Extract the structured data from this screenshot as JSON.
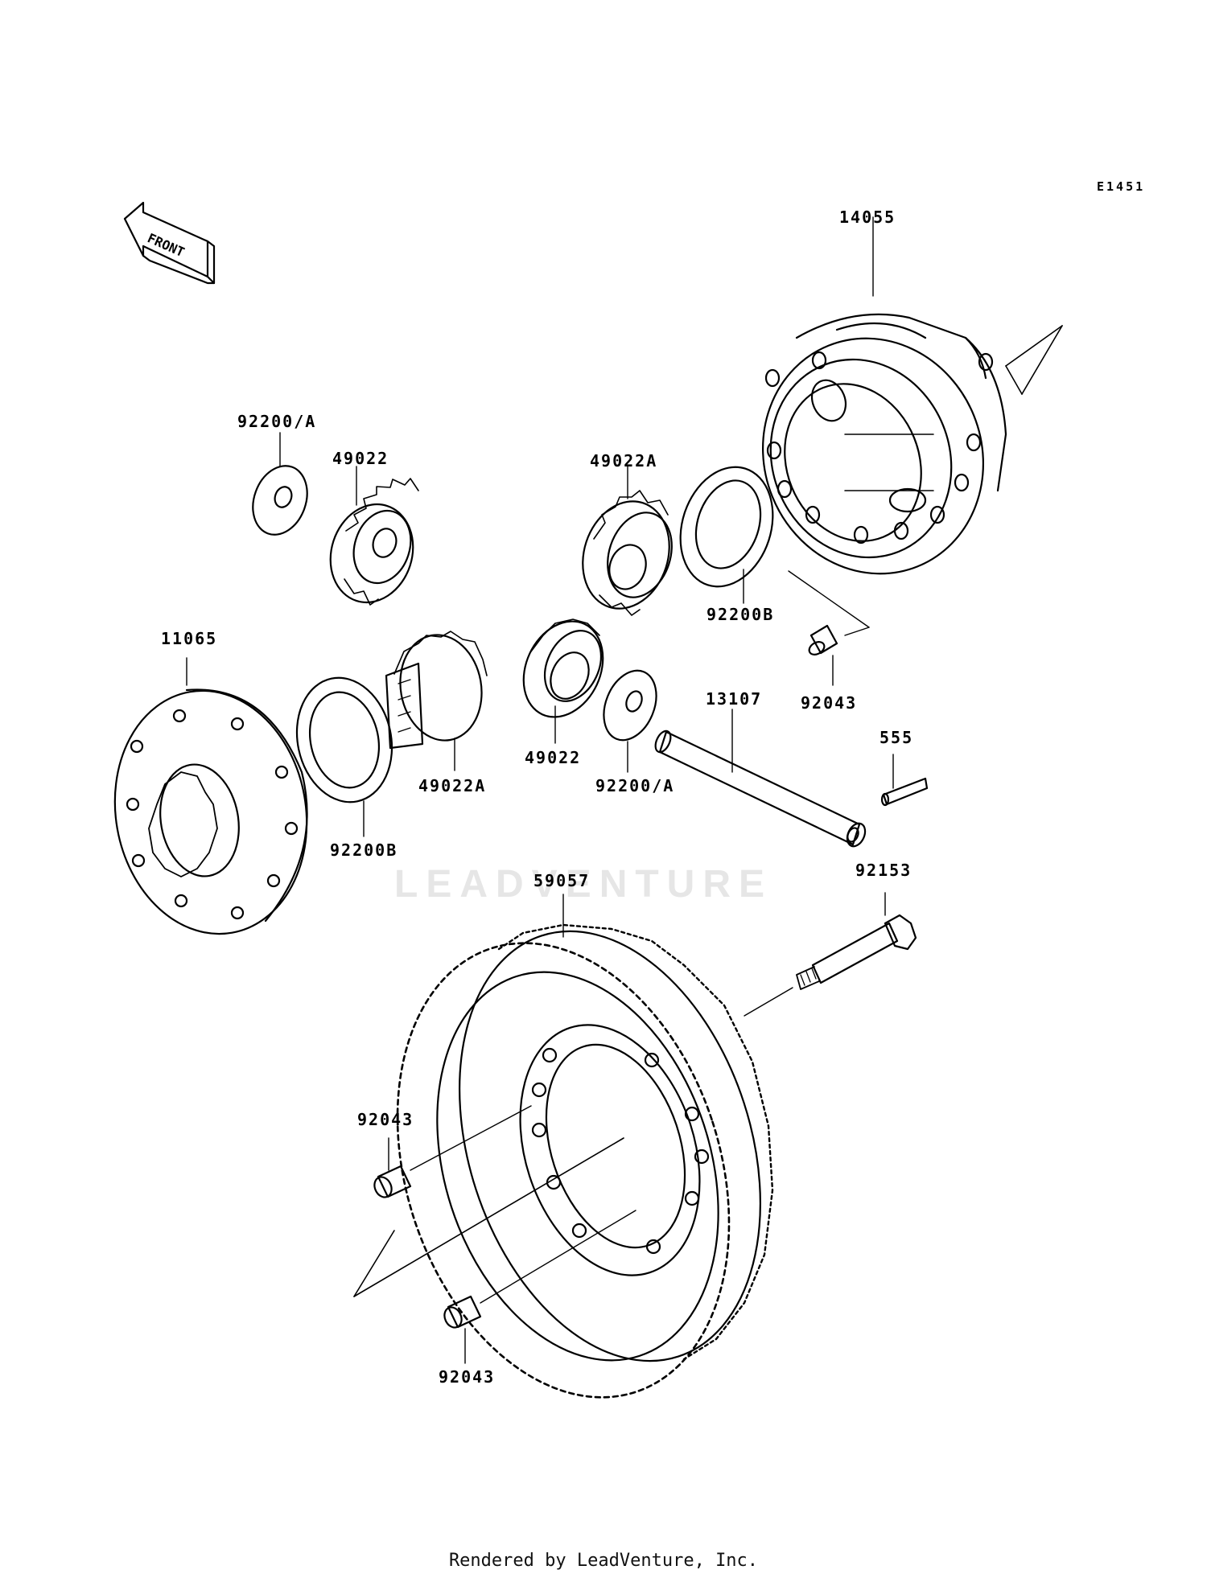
{
  "diagram_id": "E1451",
  "front_label": "FRONT",
  "watermark": "LEADVENTURE",
  "footer": "Rendered by LeadVenture, Inc.",
  "callouts": {
    "c14055": "14055",
    "c92200a_1": "92200/A",
    "c49022_1": "49022",
    "c49022a_1": "49022A",
    "c92200b_1": "92200B",
    "c11065": "11065",
    "c92043_1": "92043",
    "c13107": "13107",
    "c555": "555",
    "c49022a_2": "49022A",
    "c49022_2": "49022",
    "c92200a_2": "92200/A",
    "c92200b_2": "92200B",
    "c59057": "59057",
    "c92153": "92153",
    "c92043_2": "92043",
    "c92043_3": "92043"
  },
  "colors": {
    "ink": "#000000",
    "paper": "#ffffff",
    "watermark": "#e6e6e6"
  }
}
